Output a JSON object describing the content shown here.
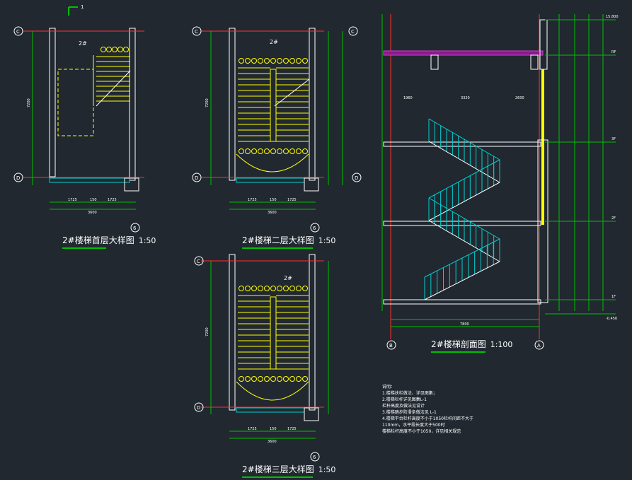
{
  "drawing_titles": {
    "floor1": {
      "name": "2#楼梯首层大样图",
      "scale": "1:50"
    },
    "floor2": {
      "name": "2#楼梯二层大样图",
      "scale": "1:50"
    },
    "floor3": {
      "name": "2#楼梯三层大样图",
      "scale": "1:50"
    },
    "section": {
      "name": "2#楼梯剖面图",
      "scale": "1:100"
    }
  },
  "stair_tags": {
    "floor1": "2#",
    "floor2": "2#",
    "floor3": "2#"
  },
  "axis_labels": {
    "top": "C",
    "bottom": "D",
    "right": "6",
    "sec_left": "B",
    "sec_right": "A"
  },
  "section_cut_mark": "1",
  "dims": {
    "plan_width_parts": [
      "1725",
      "150",
      "1725"
    ],
    "plan_width_total": "3600",
    "plan_height_total": "7200",
    "sec_width_parts": [
      "1960",
      "3320",
      "2600"
    ],
    "sec_width_total": "7800"
  },
  "level_marks": [
    "15.800",
    "RF",
    "3F",
    "2F",
    "1F",
    "-0.450"
  ],
  "notes": {
    "heading": "说明：",
    "lines": [
      "1.楼梯扶栏做法、详见图集；",
      "2.楼梯栏杆详见图集L-1",
      "  栏杆高度及做法见设计",
      "3.楼梯踏步防滑条做法见 L-1",
      "4.楼梯平台栏杆高度不小于1050栏杆间距不大于",
      "  110mm，水平段长度大于500时",
      "  楼梯栏杆高度不小于1050，详见相关规范"
    ]
  },
  "colors": {
    "background": "#212830",
    "wall": "#ffffff",
    "stair": "#ffff00",
    "dim": "#00c000",
    "axis": "#ff3030",
    "section_stair": "#00d0d0",
    "slab": "#b000b0"
  }
}
